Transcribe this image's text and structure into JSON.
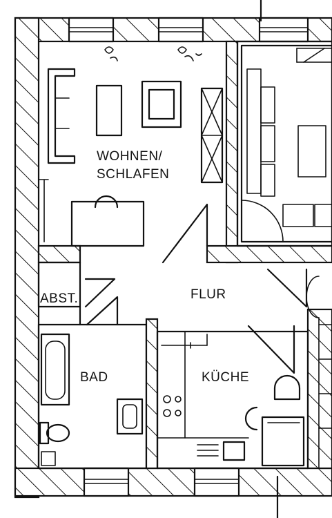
{
  "labels": {
    "living_bedroom_line1": "WOHNEN/",
    "living_bedroom_line2": "SCHLAFEN",
    "storage": "ABST.",
    "hallway": "FLUR",
    "bathroom": "BAD",
    "kitchen": "KÜCHE"
  },
  "colors": {
    "ink": "#111111",
    "paper": "#ffffff"
  }
}
